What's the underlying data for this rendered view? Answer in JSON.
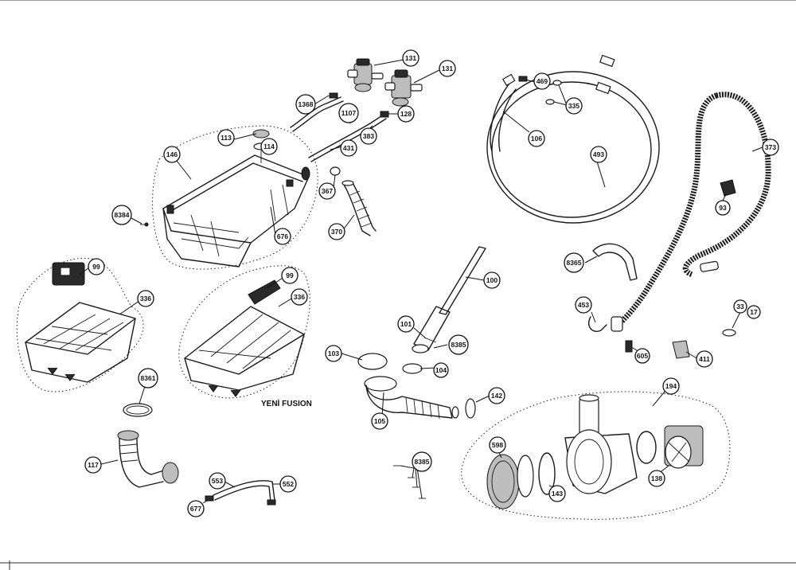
{
  "diagram": {
    "caption": "YENİ FUSION",
    "callouts": {
      "c131a": "131",
      "c131b": "131",
      "c1368": "1368",
      "c1107": "1107",
      "c128": "128",
      "c383": "383",
      "c431": "431",
      "c113": "113",
      "c114": "114",
      "c146": "146",
      "c8384": "8384",
      "c367": "367",
      "c370": "370",
      "c676": "676",
      "c99a": "99",
      "c336a": "336",
      "c99b": "99",
      "c336b": "336",
      "c8361": "8361",
      "c117": "117",
      "c553": "553",
      "c552": "552",
      "c677": "677",
      "c469": "469",
      "c335": "335",
      "c106": "106",
      "c493": "493",
      "c373": "373",
      "c93": "93",
      "c8365": "8365",
      "c100": "100",
      "c101": "101",
      "c8385a": "8385",
      "c103": "103",
      "c104": "104",
      "c105": "105",
      "c142": "142",
      "c453": "453",
      "c605": "605",
      "c411": "411",
      "c33": "33",
      "c17": "17",
      "c8385b": "8385",
      "c194": "194",
      "c598": "598",
      "c143": "143",
      "c138": "138"
    }
  }
}
